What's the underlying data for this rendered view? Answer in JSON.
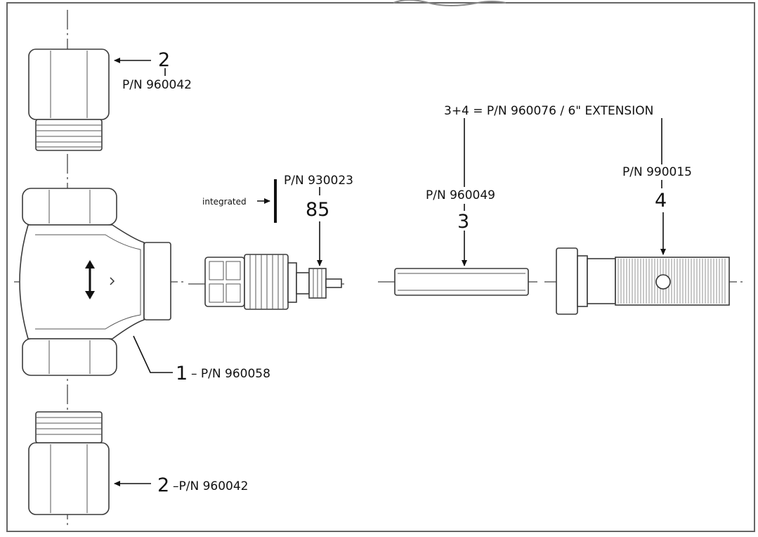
{
  "diagram": {
    "callouts": {
      "part2_top_num": "2",
      "part2_top_pn": "P/N 960042",
      "assembly_note": "3+4 = P/N 960076 / 6\" EXTENSION",
      "part85_pn": "P/N 930023",
      "part85_num": "85",
      "integrated_label": "integrated",
      "part3_pn": "P/N 960049",
      "part3_num": "3",
      "part4_pn": "P/N 990015",
      "part4_num": "4",
      "part1_num": "1",
      "part1_pn": "– P/N 960058",
      "part2_bottom_num": "2",
      "part2_bottom_pn": "–P/N 960042"
    }
  }
}
